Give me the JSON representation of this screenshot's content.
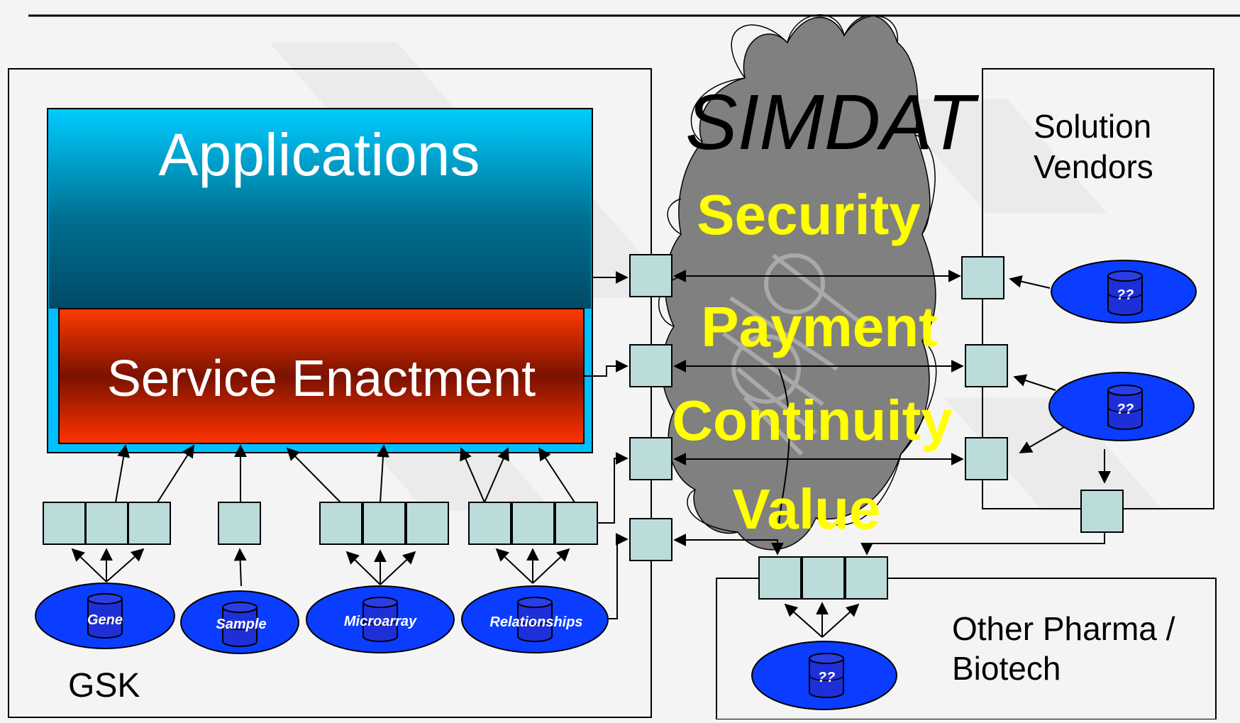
{
  "title": "SIMDAT",
  "applications_label": "Applications",
  "service_enactment_label": "Service Enactment",
  "cloud_words": [
    "Security",
    "Payment",
    "Continuity",
    "Value"
  ],
  "organizations": {
    "gsk": "GSK",
    "solution_vendors": [
      "Solution",
      "Vendors"
    ],
    "other_pharma": [
      "Other Pharma /",
      "Biotech"
    ]
  },
  "databases": {
    "gene": "Gene",
    "sample": "Sample",
    "microarray": "Microarray",
    "relationships": "Relationships",
    "unknown": "??"
  },
  "colors": {
    "applications_top": "#00ccff",
    "applications_bottom": "#005a78",
    "service_top": "#ff3a00",
    "service_mid": "#7a1200",
    "service_bottom": "#ff3300",
    "cloud": "#808080",
    "cloud_words": "#ffff00",
    "database_ellipse": "#0a3dff",
    "unknown_cylinder": "#2525d0",
    "port_box": "#bcdcdc"
  },
  "icons": [
    "database-cylinder-icon",
    "cloud-shape"
  ]
}
